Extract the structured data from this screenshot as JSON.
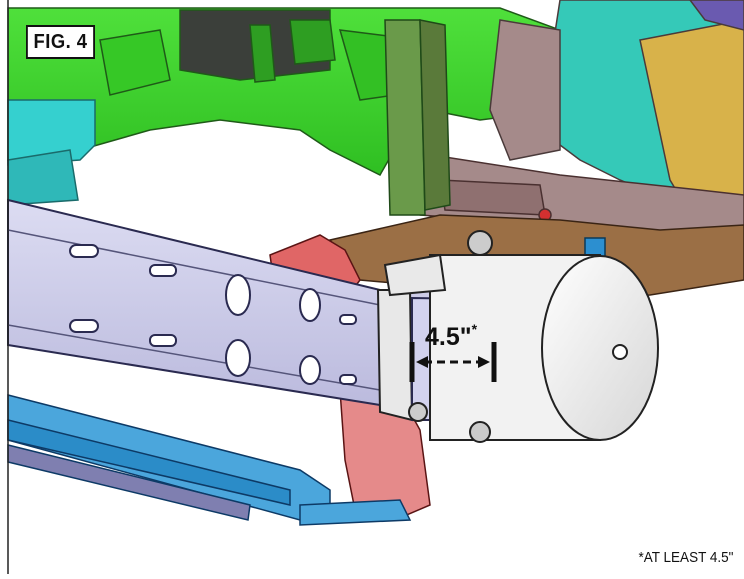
{
  "figure": {
    "label": "FIG. 4",
    "dimension_value": "4.5\"",
    "dimension_mark": "*",
    "footnote": "*AT LEAST 4.5\""
  },
  "colors": {
    "frame_green": "#3bd42a",
    "cyan_panel": "#35d0cf",
    "bumper_beam": "#c9c8e6",
    "red_bracket": "#e67e7e",
    "blue_rail": "#4ba6dc",
    "brown_frame": "#9b6f45",
    "mauve_member": "#a58a8a",
    "gold_part": "#d8b24a",
    "white_part": "#eeeeee"
  }
}
